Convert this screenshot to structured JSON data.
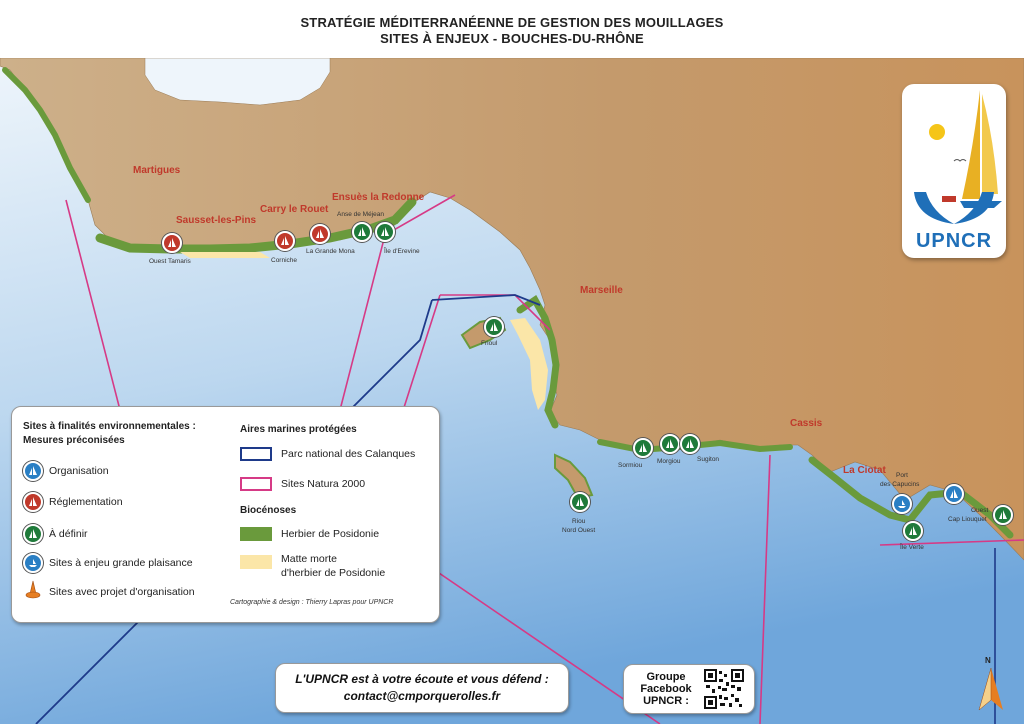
{
  "header": {
    "title_line1": "STRATÉGIE MÉDITERRANÉENNE DE GESTION DES MOUILLAGES",
    "title_line2": "SITES À ENJEUX - BOUCHES-DU-RHÔNE"
  },
  "colors": {
    "land": "#c8a278",
    "sea_light": "#e6f0fa",
    "sea_dark": "#7fb0dd",
    "posidonie": "#6a9a3c",
    "matte_morte": "#fbe6a8",
    "calanques_boundary": "#1e3a8a",
    "natura_boundary": "#d63a86",
    "organisation": "#2a7fc4",
    "reglementation": "#c0392b",
    "a_definir": "#1f7a3a",
    "town_label": "#c0392b"
  },
  "towns": {
    "martigues": "Martigues",
    "sausset": "Sausset-les-Pins",
    "carry": "Carry le Rouet",
    "ensues": "Ensuès la Redonne",
    "marseille": "Marseille",
    "cassis": "Cassis",
    "laciotat": "La Ciotat"
  },
  "sites": {
    "ouest_tamaris": "Ouest Tamaris",
    "corniche": "Corniche",
    "grande_mona": "La Grande Mona",
    "anse_mejean": "Anse de Méjean",
    "ile_erevine": "Île d'Erevine",
    "frioul": "Frioul",
    "sormiou": "Sormiou",
    "morgiou": "Morgiou",
    "sugiton": "Sugiton",
    "riou": "Riou",
    "nord_ouest": "Nord Ouest",
    "port_capucins_1": "Port",
    "port_capucins_2": "des Capucins",
    "ouest_liouquet_1": "Ouest",
    "ouest_liouquet_2": "Cap Liouquet",
    "ile_verte": "Île Verte"
  },
  "legend": {
    "section1_title_1": "Sites à finalités environnementales :",
    "section1_title_2": "Mesures préconisées",
    "organisation": "Organisation",
    "reglementation": "Réglementation",
    "a_definir": "À définir",
    "grande_plaisance": "Sites à enjeu grande plaisance",
    "projet_organisation": "Sites avec projet d'organisation",
    "section2_title": "Aires marines protégées",
    "parc_calanques": "Parc national des Calanques",
    "natura2000": "Sites Natura 2000",
    "section3_title": "Biocénoses",
    "herbier": "Herbier de Posidonie",
    "matte_1": "Matte morte",
    "matte_2": "d'herbier de Posidonie",
    "credit": "Cartographie & design : Thierry Lapras pour UPNCR"
  },
  "logo": {
    "text": "UPNCR"
  },
  "contact": {
    "line1": "L'UPNCR est à votre écoute et vous défend :",
    "line2": "contact@cmporquerolles.fr"
  },
  "facebook": {
    "line1": "Groupe",
    "line2": "Facebook",
    "line3": "UPNCR :"
  },
  "compass": {
    "north": "N"
  }
}
